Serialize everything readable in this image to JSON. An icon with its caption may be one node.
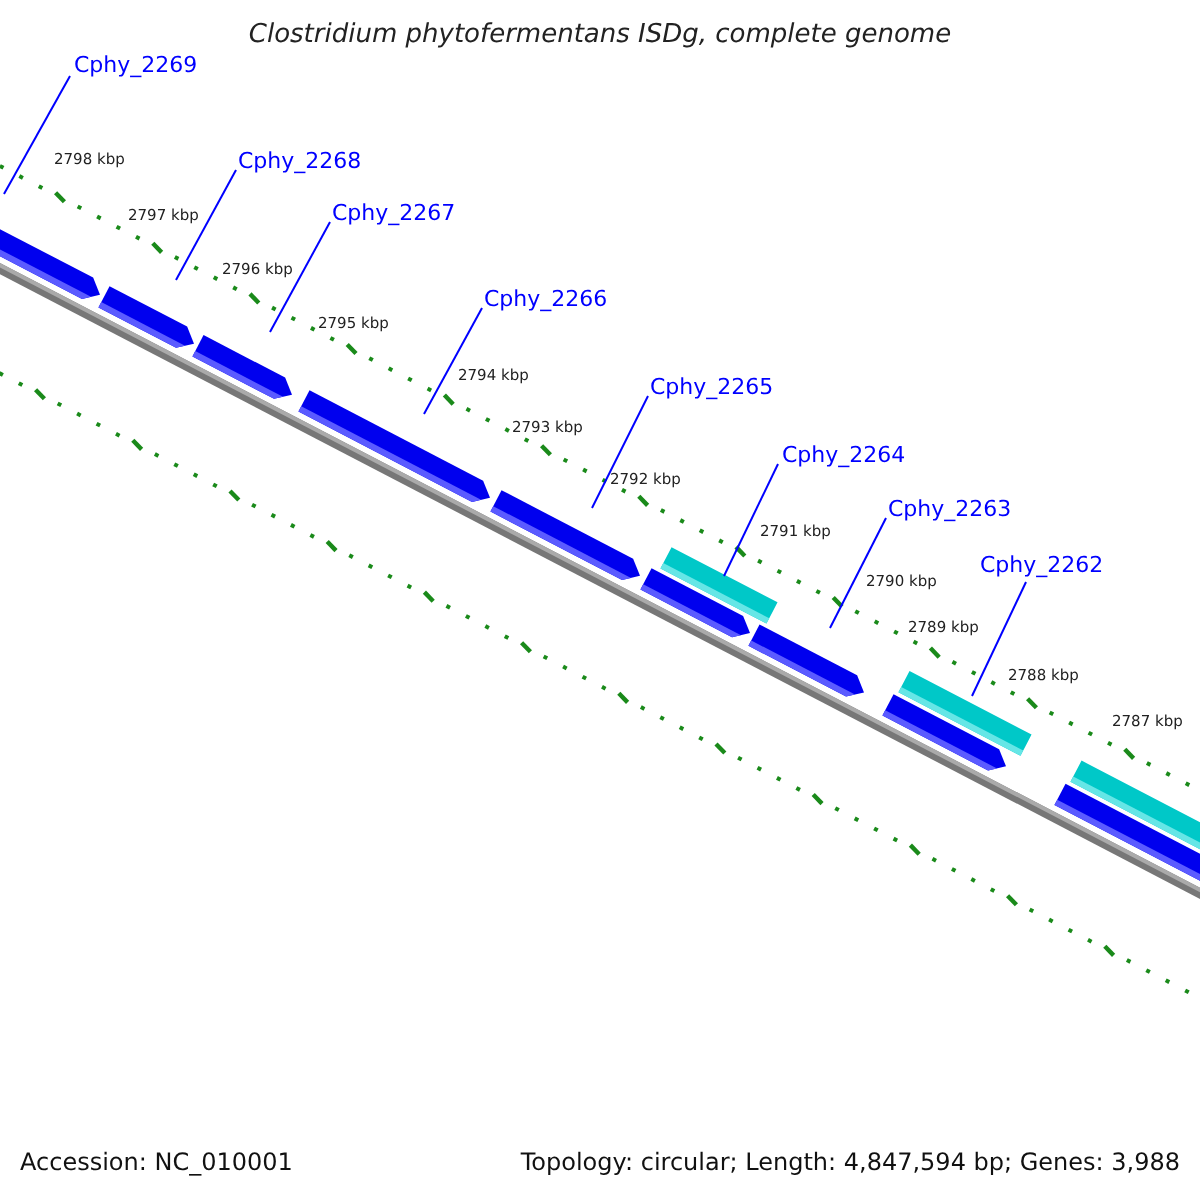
{
  "diagram": {
    "title": "Clostridium phytofermentans ISDg, complete genome",
    "nodes": [
      {
        "text": [
          "Cphy_2269"
        ]
      },
      {
        "text": [
          "Cphy_2268"
        ]
      },
      {
        "text": [
          "Cphy_2267"
        ]
      },
      {
        "text": [
          "Cphy_2266"
        ]
      },
      {
        "text": [
          "Cphy_2265"
        ]
      },
      {
        "text": [
          "Cphy_2264"
        ]
      },
      {
        "text": [
          "Cphy_2263"
        ]
      },
      {
        "text": [
          "Cphy_2262"
        ]
      }
    ],
    "edges": [
      {
        "from": 0,
        "to": null,
        "arrow": "none"
      },
      {
        "from": 1,
        "to": null,
        "arrow": "none"
      },
      {
        "from": 2,
        "to": null,
        "arrow": "none"
      },
      {
        "from": 3,
        "to": null,
        "arrow": "none"
      },
      {
        "from": 4,
        "to": null,
        "arrow": "none"
      },
      {
        "from": 5,
        "to": null,
        "arrow": "none"
      },
      {
        "from": 6,
        "to": null,
        "arrow": "none"
      },
      {
        "from": 7,
        "to": null,
        "arrow": "none"
      }
    ],
    "labels": [
      "2798 kbp",
      "2797 kbp",
      "2796 kbp",
      "2795 kbp",
      "2794 kbp",
      "2793 kbp",
      "2792 kbp",
      "2791 kbp",
      "2790 kbp",
      "2789 kbp",
      "2788 kbp",
      "2787 kbp",
      "Accession: NC_010001",
      "Topology: circular; Length: 4,847,594 bp; Genes: 3,988"
    ]
  }
}
